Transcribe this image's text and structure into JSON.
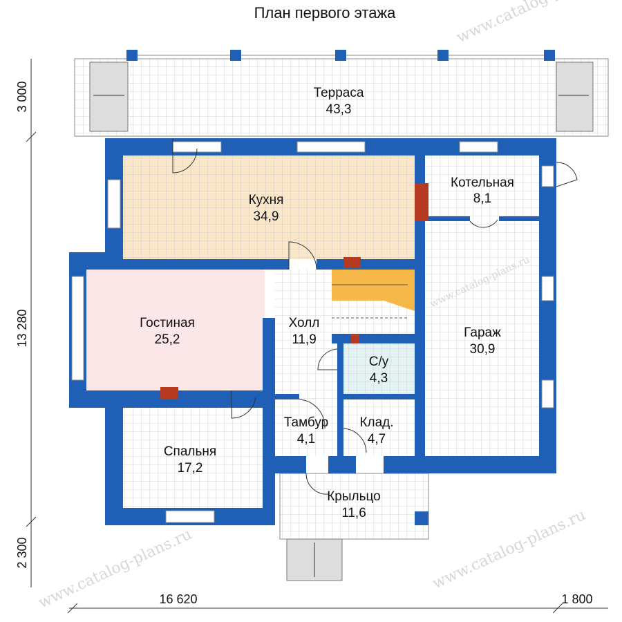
{
  "title": "План первого этажа",
  "watermark": "www.catalog-plans.ru",
  "colors": {
    "wall": "#1f5fb5",
    "kitchen": "#fbe6c8",
    "living": "#fbe6e8",
    "bath": "#e3f3f3",
    "stairs": "#f7b84a",
    "brick": "#b53a22"
  },
  "rooms": [
    {
      "name": "Терраса",
      "area": "43,3"
    },
    {
      "name": "Кухня",
      "area": "34,9"
    },
    {
      "name": "Котельная",
      "area": "8,1"
    },
    {
      "name": "Гостиная",
      "area": "25,2"
    },
    {
      "name": "Холл",
      "area": "11,9"
    },
    {
      "name": "Гараж",
      "area": "30,9"
    },
    {
      "name": "С/у",
      "area": "4,3"
    },
    {
      "name": "Спальня",
      "area": "17,2"
    },
    {
      "name": "Тамбур",
      "area": "4,1"
    },
    {
      "name": "Клад.",
      "area": "4,7"
    },
    {
      "name": "Крыльцо",
      "area": "11,6"
    }
  ],
  "dimensions": {
    "left": [
      "3 000",
      "13 280",
      "2 300"
    ],
    "bottom": [
      "16 620",
      "1 800"
    ]
  }
}
